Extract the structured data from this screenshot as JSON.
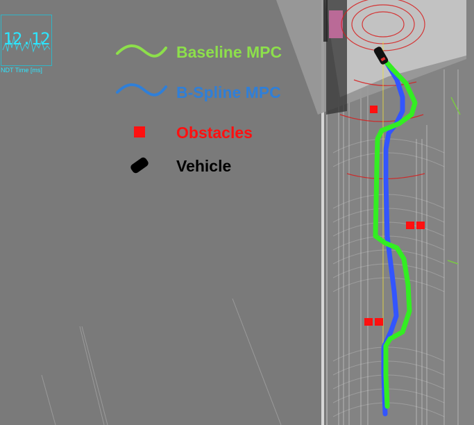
{
  "ndt": {
    "value": "12.12",
    "label": "NDT Time [ms]"
  },
  "legend": {
    "items": [
      {
        "label": "Baseline MPC",
        "color": "#8ddf4b",
        "symbol": "line-icon"
      },
      {
        "label": "B-Spline MPC",
        "color": "#2f7fd8",
        "symbol": "line-icon"
      },
      {
        "label": "Obstacles",
        "color": "#ff1010",
        "symbol": "square-icon"
      },
      {
        "label": "Vehicle",
        "color": "#000000",
        "symbol": "vehicle-icon"
      }
    ]
  },
  "colors": {
    "background": "#7a7a7a",
    "baseline_path": "#33ee22",
    "bspline_path": "#3355ff",
    "obstacle": "#ff1010",
    "lidar_rings": "#d81c1c",
    "centerline": "#f0e03a"
  }
}
